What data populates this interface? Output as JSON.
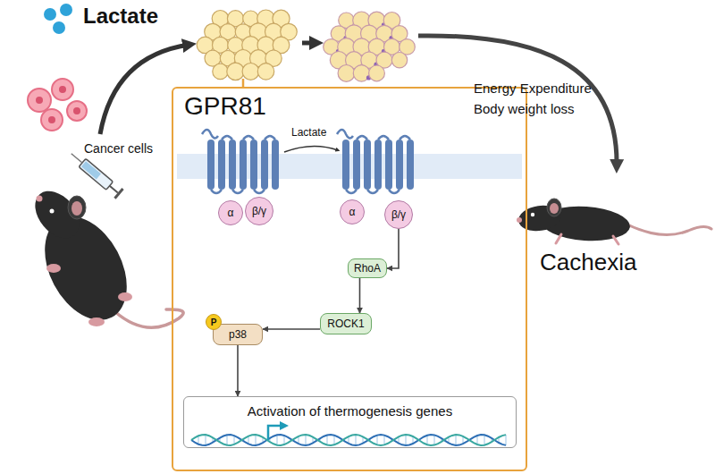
{
  "diagram": {
    "nodes": [
      {
        "text": [
          "GPR81"
        ]
      },
      {
        "text": [
          "α"
        ],
        "in": 0
      },
      {
        "text": [
          "β/γ"
        ],
        "in": 0
      },
      {
        "text": [
          "α"
        ],
        "in": 0
      },
      {
        "text": [
          "β/γ"
        ],
        "in": 0
      },
      {
        "text": [
          "RhoA"
        ],
        "in": 0
      },
      {
        "text": [
          "ROCK1"
        ],
        "in": 0
      },
      {
        "text": [
          "P"
        ],
        "in": 0
      },
      {
        "text": [
          "p38"
        ],
        "in": 0
      },
      {
        "text": [
          "Activation of thermogenesis genes"
        ],
        "in": 0
      }
    ],
    "edges": [
      {
        "from": 4,
        "to": 5,
        "arrow": "to"
      },
      {
        "from": 5,
        "to": 6,
        "arrow": "to"
      },
      {
        "from": 6,
        "to": 8,
        "arrow": "to"
      },
      {
        "from": 8,
        "to": 9,
        "arrow": "to"
      }
    ],
    "labels": [
      "Lactate",
      "Cancer cells",
      "Energy Expenditure",
      "Body weight loss",
      "Cachexia",
      "Lactate"
    ]
  }
}
